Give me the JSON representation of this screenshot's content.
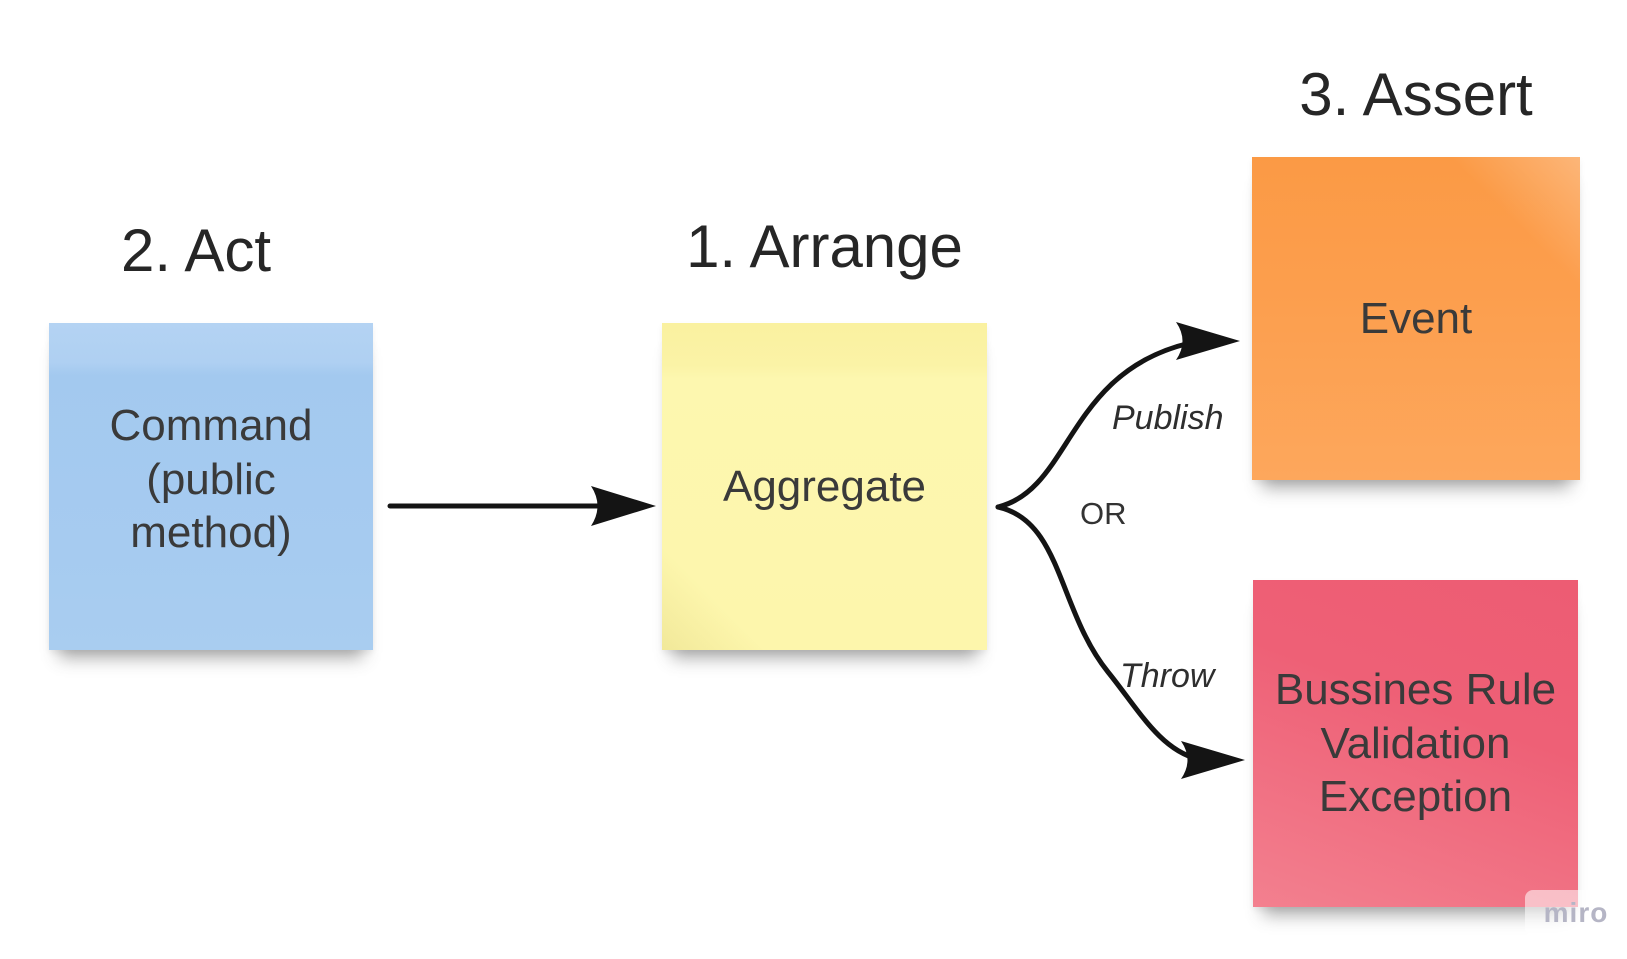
{
  "board": {
    "background": "#ffffff",
    "arrow_color": "#141414",
    "heading_text_color": "#262626",
    "note_text_color": "#3a3a3a"
  },
  "headings": {
    "arrange": {
      "label": "1. Arrange"
    },
    "act": {
      "label": "2. Act"
    },
    "assert": {
      "label": "3. Assert"
    }
  },
  "notes": {
    "command": {
      "text": "Command\n(public\nmethod)",
      "color": "#a5cbf0"
    },
    "aggregate": {
      "text": "Aggregate",
      "color": "#fdf6ac"
    },
    "event": {
      "text": "Event",
      "color": "#fc9f4e"
    },
    "exception": {
      "text": "Bussines Rule\nValidation\nException",
      "color": "#ee6076"
    }
  },
  "connectors": {
    "aggregate_to_event": {
      "label": "Publish"
    },
    "aggregate_to_exception": {
      "label": "Throw"
    },
    "branch": {
      "label": "OR"
    }
  },
  "watermark": {
    "label": "miro",
    "color": "#b5b5c5"
  }
}
